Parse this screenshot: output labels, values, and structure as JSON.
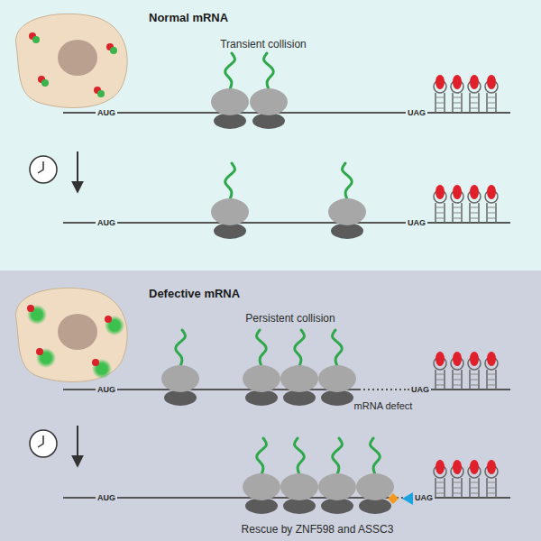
{
  "diagram": {
    "nodes": [
      {
        "text": [
          "Normal mRNA"
        ]
      },
      {
        "text": [
          "Defective mRNA"
        ]
      }
    ],
    "labels": [
      "Transient collision",
      "AUG",
      "UAG",
      "AUG",
      "UAG",
      "Persistent collision",
      "AUG",
      "mRNA defect",
      "UAG",
      "AUG",
      "UAG",
      "Rescue by ZNF598 and ASSC3"
    ]
  }
}
